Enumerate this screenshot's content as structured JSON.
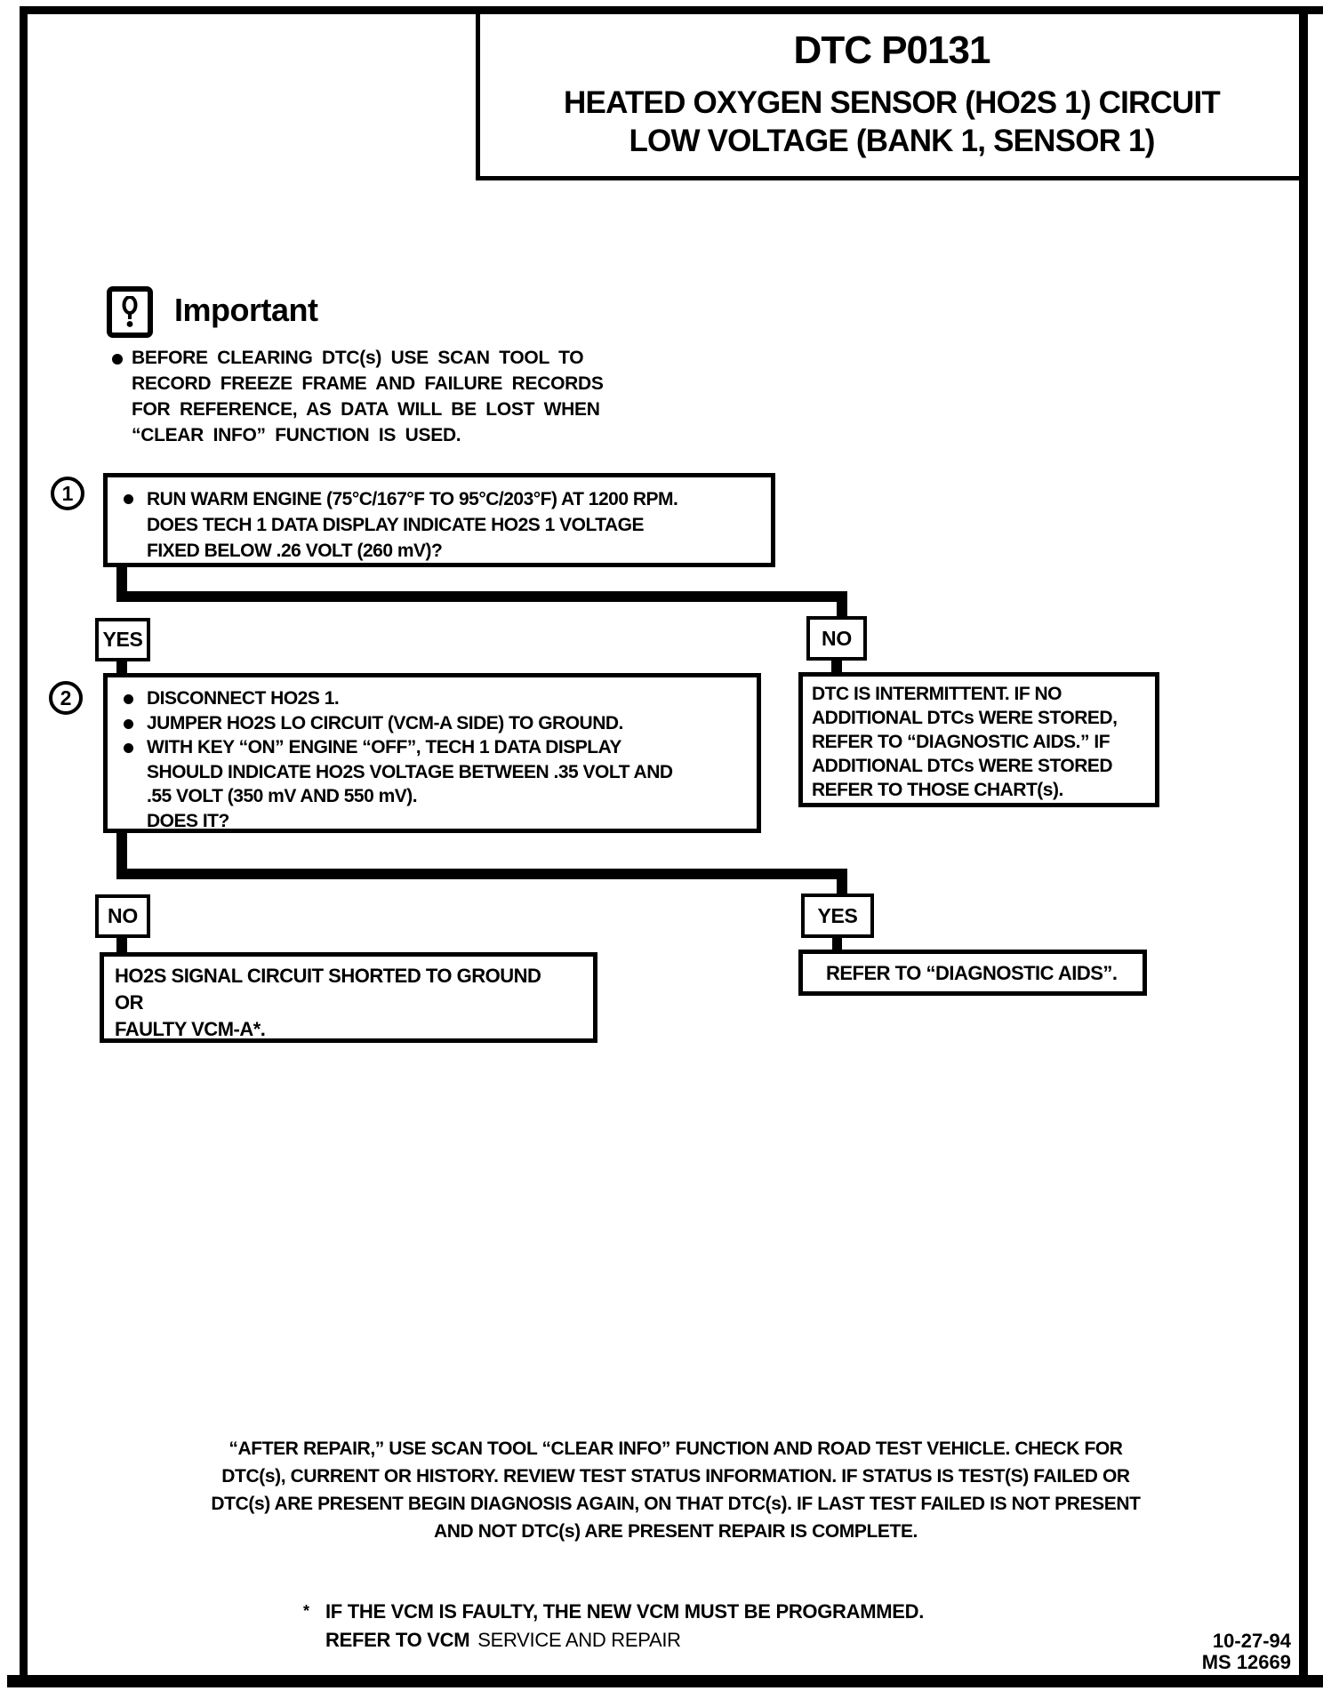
{
  "header": {
    "title": "DTC P0131",
    "subtitle_line1": "HEATED OXYGEN SENSOR (HO2S 1) CIRCUIT",
    "subtitle_line2": "LOW VOLTAGE (BANK 1, SENSOR 1)"
  },
  "important": {
    "heading": "Important",
    "icon": "important-exclamation-icon",
    "note_lines": [
      "BEFORE CLEARING DTC(s) USE SCAN TOOL TO",
      "RECORD FREEZE FRAME AND FAILURE RECORDS",
      "FOR REFERENCE, AS DATA WILL BE LOST WHEN",
      "“CLEAR INFO” FUNCTION IS USED."
    ]
  },
  "flowchart": {
    "step1": {
      "number": "1",
      "lines": [
        "RUN WARM ENGINE (75°C/167°F TO 95°C/203°F) AT 1200 RPM.",
        "DOES TECH 1 DATA DISPLAY INDICATE HO2S 1 VOLTAGE",
        "FIXED BELOW .26 VOLT (260 mV)?"
      ]
    },
    "branch1": {
      "yes_label": "YES",
      "no_label": "NO"
    },
    "step2": {
      "number": "2",
      "bullet1": "DISCONNECT HO2S 1.",
      "bullet2": "JUMPER HO2S LO CIRCUIT (VCM-A SIDE) TO GROUND.",
      "bullet3_lines": [
        "WITH KEY “ON” ENGINE “OFF”, TECH 1 DATA DISPLAY",
        "SHOULD INDICATE HO2S VOLTAGE BETWEEN .35 VOLT AND",
        ".55 VOLT (350 mV AND 550 mV).",
        "DOES IT?"
      ]
    },
    "intermittent_lines": [
      "DTC IS INTERMITTENT. IF NO",
      "ADDITIONAL DTCs WERE STORED,",
      "REFER TO “DIAGNOSTIC AIDS.” IF",
      "ADDITIONAL DTCs WERE STORED",
      "REFER TO THOSE CHART(s)."
    ],
    "branch2": {
      "no_label": "NO",
      "yes_label": "YES"
    },
    "result_left_lines": [
      "HO2S SIGNAL CIRCUIT SHORTED TO GROUND",
      "OR",
      "FAULTY VCM-A*."
    ],
    "result_right_text": "REFER TO “DIAGNOSTIC AIDS”."
  },
  "after_repair_lines": [
    "“AFTER REPAIR,” USE SCAN TOOL “CLEAR INFO” FUNCTION AND ROAD TEST VEHICLE. CHECK FOR",
    "DTC(s), CURRENT OR HISTORY. REVIEW TEST STATUS INFORMATION. IF STATUS IS TEST(S) FAILED OR",
    "DTC(s) ARE PRESENT BEGIN DIAGNOSIS AGAIN, ON THAT DTC(s). IF LAST TEST FAILED IS NOT PRESENT",
    "AND NOT DTC(s) ARE PRESENT REPAIR IS COMPLETE."
  ],
  "footnote": {
    "marker": "*",
    "line1": "IF THE VCM IS FAULTY, THE NEW VCM MUST BE PROGRAMMED.",
    "line2_bold": "REFER TO VCM",
    "line2_regular": "SERVICE AND REPAIR"
  },
  "footer": {
    "date": "10-27-94",
    "doc_number": "MS 12669"
  },
  "colors": {
    "ink": "#000000",
    "paper": "#ffffff"
  }
}
